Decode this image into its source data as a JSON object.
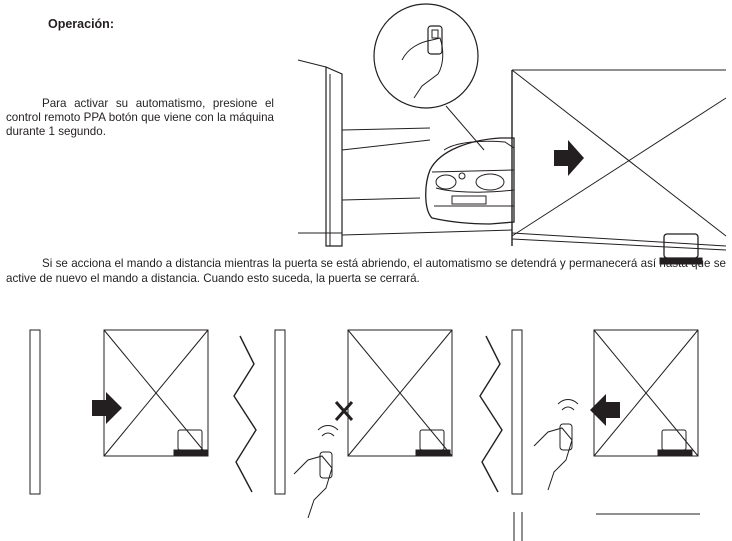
{
  "heading": "Operación:",
  "intro_text": "Para activar su automatismo, presione el control remoto PPA botón que viene con la máquina durante 1 segundo.",
  "remote_text": "Si se acciona el mando a distancia mientras la puerta se está abriendo, el automatismo se detendrá y permanecerá así hasta que se active de nuevo el mando a distancia. Cuando esto suceda, la puerta se cerrará."
}
